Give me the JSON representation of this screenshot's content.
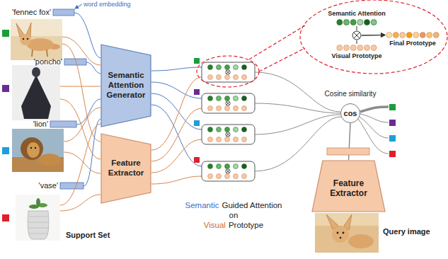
{
  "diagram": {
    "nodes": [
      {
        "text": [
          "Semantic Attention Generator"
        ]
      },
      {
        "text": [
          "Feature Extractor"
        ]
      },
      {
        "text": [
          "Semantic Attention"
        ]
      },
      {
        "text": [
          "Visual Prototype"
        ]
      },
      {
        "text": [
          "Final Prototype"
        ]
      },
      {
        "text": [
          "Cosine similarity",
          "cos"
        ]
      },
      {
        "text": [
          "Feature Extractor"
        ]
      }
    ],
    "edges": [
      {
        "from": 2,
        "to": 4,
        "arrow": "to"
      },
      {
        "from": 3,
        "to": 4,
        "arrow": "to"
      },
      {
        "from": 6,
        "to": 5,
        "arrow": "none"
      }
    ],
    "labels": [
      "word embedding",
      "'fennec fox'",
      "'poncho'",
      "'lion'",
      "'vase'",
      "Support Set",
      "Semantic",
      "Guided Attention",
      "on",
      "Visual",
      "Prototype",
      "Query image"
    ]
  }
}
